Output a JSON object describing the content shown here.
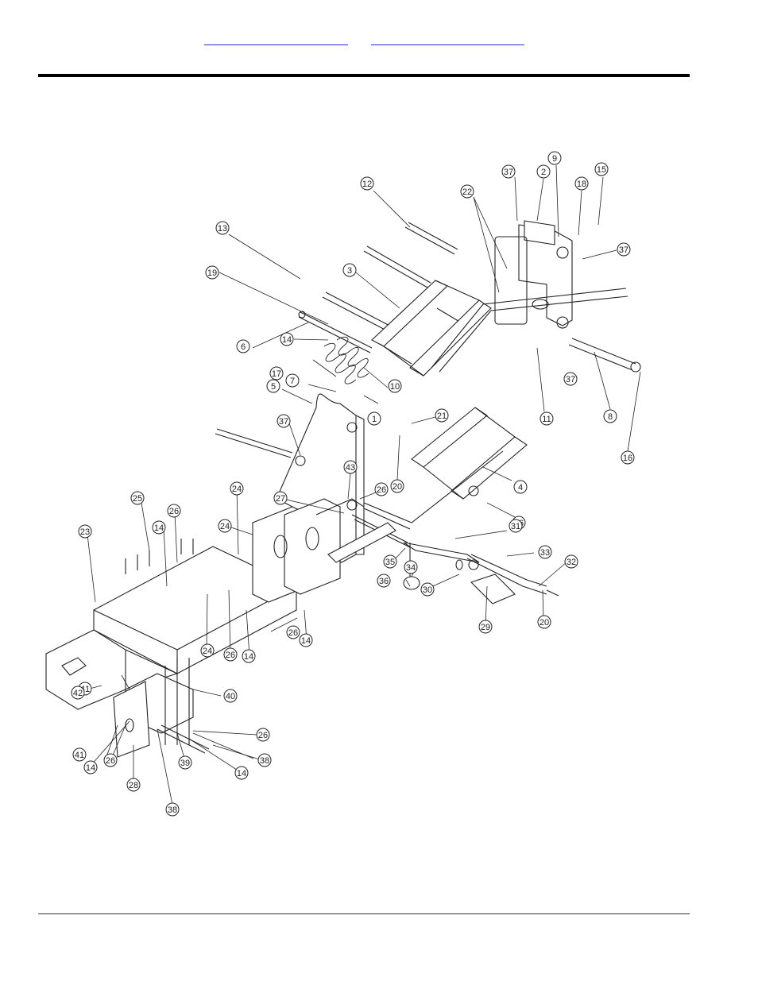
{
  "header": {
    "links": [
      "",
      ""
    ]
  },
  "diagram": {
    "callouts": [
      {
        "n": "37"
      },
      {
        "n": "2"
      },
      {
        "n": "9"
      },
      {
        "n": "15"
      },
      {
        "n": "18"
      },
      {
        "n": "37"
      },
      {
        "n": "12"
      },
      {
        "n": "22"
      },
      {
        "n": "13"
      },
      {
        "n": "3"
      },
      {
        "n": "19"
      },
      {
        "n": "6"
      },
      {
        "n": "14"
      },
      {
        "n": "17"
      },
      {
        "n": "7"
      },
      {
        "n": "10"
      },
      {
        "n": "5"
      },
      {
        "n": "1"
      },
      {
        "n": "11"
      },
      {
        "n": "37"
      },
      {
        "n": "8"
      },
      {
        "n": "16"
      },
      {
        "n": "21"
      },
      {
        "n": "37"
      },
      {
        "n": "20"
      },
      {
        "n": "43"
      },
      {
        "n": "4"
      },
      {
        "n": "26"
      },
      {
        "n": "27"
      },
      {
        "n": "16"
      },
      {
        "n": "24"
      },
      {
        "n": "25"
      },
      {
        "n": "26"
      },
      {
        "n": "23"
      },
      {
        "n": "14"
      },
      {
        "n": "24"
      },
      {
        "n": "31"
      },
      {
        "n": "33"
      },
      {
        "n": "35"
      },
      {
        "n": "34"
      },
      {
        "n": "32"
      },
      {
        "n": "36"
      },
      {
        "n": "30"
      },
      {
        "n": "20"
      },
      {
        "n": "29"
      },
      {
        "n": "26"
      },
      {
        "n": "14"
      },
      {
        "n": "24"
      },
      {
        "n": "26"
      },
      {
        "n": "14"
      },
      {
        "n": "41"
      },
      {
        "n": "40"
      },
      {
        "n": "42"
      },
      {
        "n": "26"
      },
      {
        "n": "41"
      },
      {
        "n": "38"
      },
      {
        "n": "14"
      },
      {
        "n": "39"
      },
      {
        "n": "14"
      },
      {
        "n": "26"
      },
      {
        "n": "28"
      },
      {
        "n": "38"
      }
    ]
  }
}
